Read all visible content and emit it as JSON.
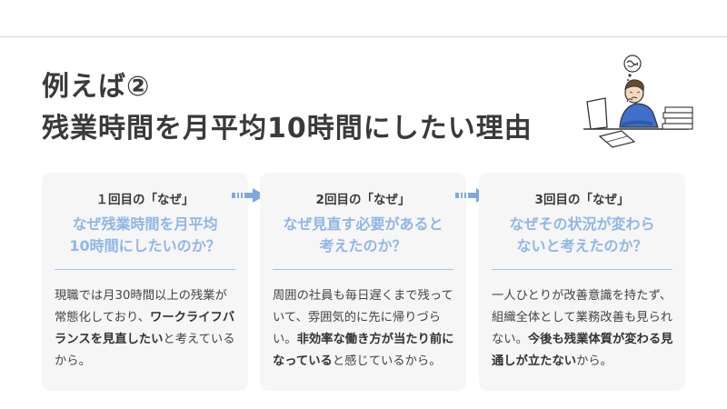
{
  "slide": {
    "title_line1": "例えば②",
    "title_line2": "残業時間を月平均10時間にしたい理由"
  },
  "cards": [
    {
      "heading": "１回目の「なぜ」",
      "question_line1": "なぜ残業時間を月平均",
      "question_line2": "10時間にしたいのか？",
      "body": [
        {
          "text": "現職では月30時間以上の残業が常態化しており、",
          "bold": false
        },
        {
          "text": "ワークライフバランスを見直したい",
          "bold": true
        },
        {
          "text": "と考えているから。",
          "bold": false
        }
      ]
    },
    {
      "heading": "2回目の「なぜ」",
      "question_line1": "なぜ見直す必要があると",
      "question_line2": "考えたのか？",
      "body": [
        {
          "text": "周囲の社員も毎日遅くまで残っていて、雰囲気的に先に帰りづらい。",
          "bold": false
        },
        {
          "text": "非効率な働き方が当たり前になっている",
          "bold": true
        },
        {
          "text": "と感じているから。",
          "bold": false
        }
      ]
    },
    {
      "heading": "3回目の「なぜ」",
      "question_line1": "なぜその状況が変わら",
      "question_line2": "ないと考えたのか？",
      "body": [
        {
          "text": "一人ひとりが改善意識を持たず、組織全体として業務改善も見られない。",
          "bold": false
        },
        {
          "text": "今後も残業体質が変わる見通しが立たない",
          "bold": true
        },
        {
          "text": "から。",
          "bold": false
        }
      ]
    }
  ],
  "colors": {
    "accent_blue": "#8fb6e6",
    "arrow_blue": "#7fa8e0",
    "card_bg": "#f6f6f6"
  },
  "icons": {
    "illustration": "stressed-worker-at-desk-icon",
    "arrow": "arrow-right-icon"
  }
}
